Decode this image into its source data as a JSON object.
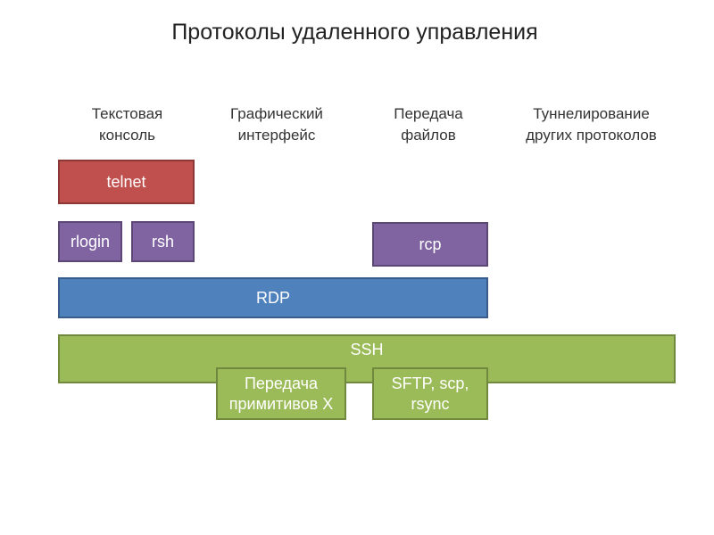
{
  "title": "Протоколы удаленного управления",
  "columns": [
    {
      "label": "Текстовая\nконсоль"
    },
    {
      "label": "Графический\nинтерфейс"
    },
    {
      "label": "Передача\nфайлов"
    },
    {
      "label": "Туннелирование\nдругих протоколов"
    }
  ],
  "protocols": {
    "telnet": "telnet",
    "rlogin": "rlogin",
    "rsh": "rsh",
    "rcp": "rcp",
    "rdp": "RDP",
    "ssh": "SSH",
    "ssh_x": "Передача\nпримитивов X",
    "ssh_files": "SFTP, scp,\nrsync"
  },
  "colors": {
    "text_console": "#c0504d",
    "file_transfer": "#8064a2",
    "rdp": "#4f81bd",
    "ssh": "#9bbb59"
  }
}
